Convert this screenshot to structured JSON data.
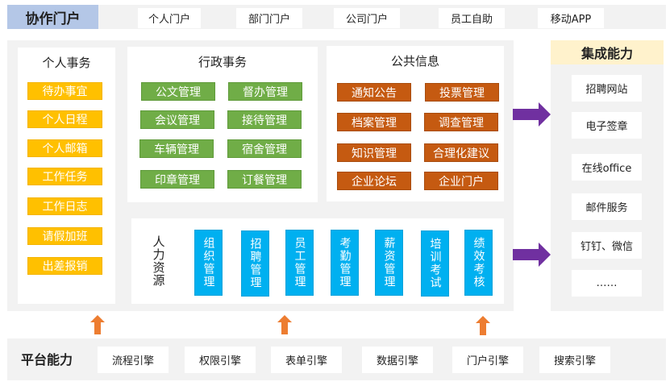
{
  "portal": {
    "title": "协作门户",
    "tabs": [
      {
        "label": "个人门户"
      },
      {
        "label": "部门门户"
      },
      {
        "label": "公司门户"
      },
      {
        "label": "员工自助"
      },
      {
        "label": "移动APP"
      }
    ]
  },
  "personal": {
    "title": "个人事务",
    "items": [
      "待办事宜",
      "个人日程",
      "个人邮箱",
      "工作任务",
      "工作日志",
      "请假加班",
      "出差报销"
    ]
  },
  "admin": {
    "title": "行政事务",
    "items": [
      "公文管理",
      "督办管理",
      "会议管理",
      "接待管理",
      "车辆管理",
      "宿舍管理",
      "印章管理",
      "订餐管理"
    ]
  },
  "public_info": {
    "title": "公共信息",
    "items": [
      "通知公告",
      "投票管理",
      "档案管理",
      "调查管理",
      "知识管理",
      "合理化建议",
      "企业论坛",
      "企业门户"
    ]
  },
  "hr": {
    "title": "人力资源",
    "items": [
      "组织管理",
      "招聘管理",
      "员工管理",
      "考勤管理",
      "薪资管理",
      "培训考试",
      "绩效考核"
    ]
  },
  "integration": {
    "title": "集成能力",
    "items": [
      "招聘网站",
      "电子签章",
      "在线office",
      "邮件服务",
      "钉钉、微信",
      "……"
    ]
  },
  "platform": {
    "title": "平台能力",
    "engines": [
      "流程引擎",
      "权限引擎",
      "表单引擎",
      "数据引擎",
      "门户引擎",
      "搜索引擎"
    ]
  },
  "colors": {
    "portal_title_bg": "#b4c7e7",
    "integration_title_bg": "#fff2cc",
    "personal": "#ffc000",
    "admin": "#70ad47",
    "public_info": "#c55a11",
    "hr": "#00b0f0",
    "arrow_right": "#7030a0",
    "arrow_up": "#ed7d31"
  }
}
